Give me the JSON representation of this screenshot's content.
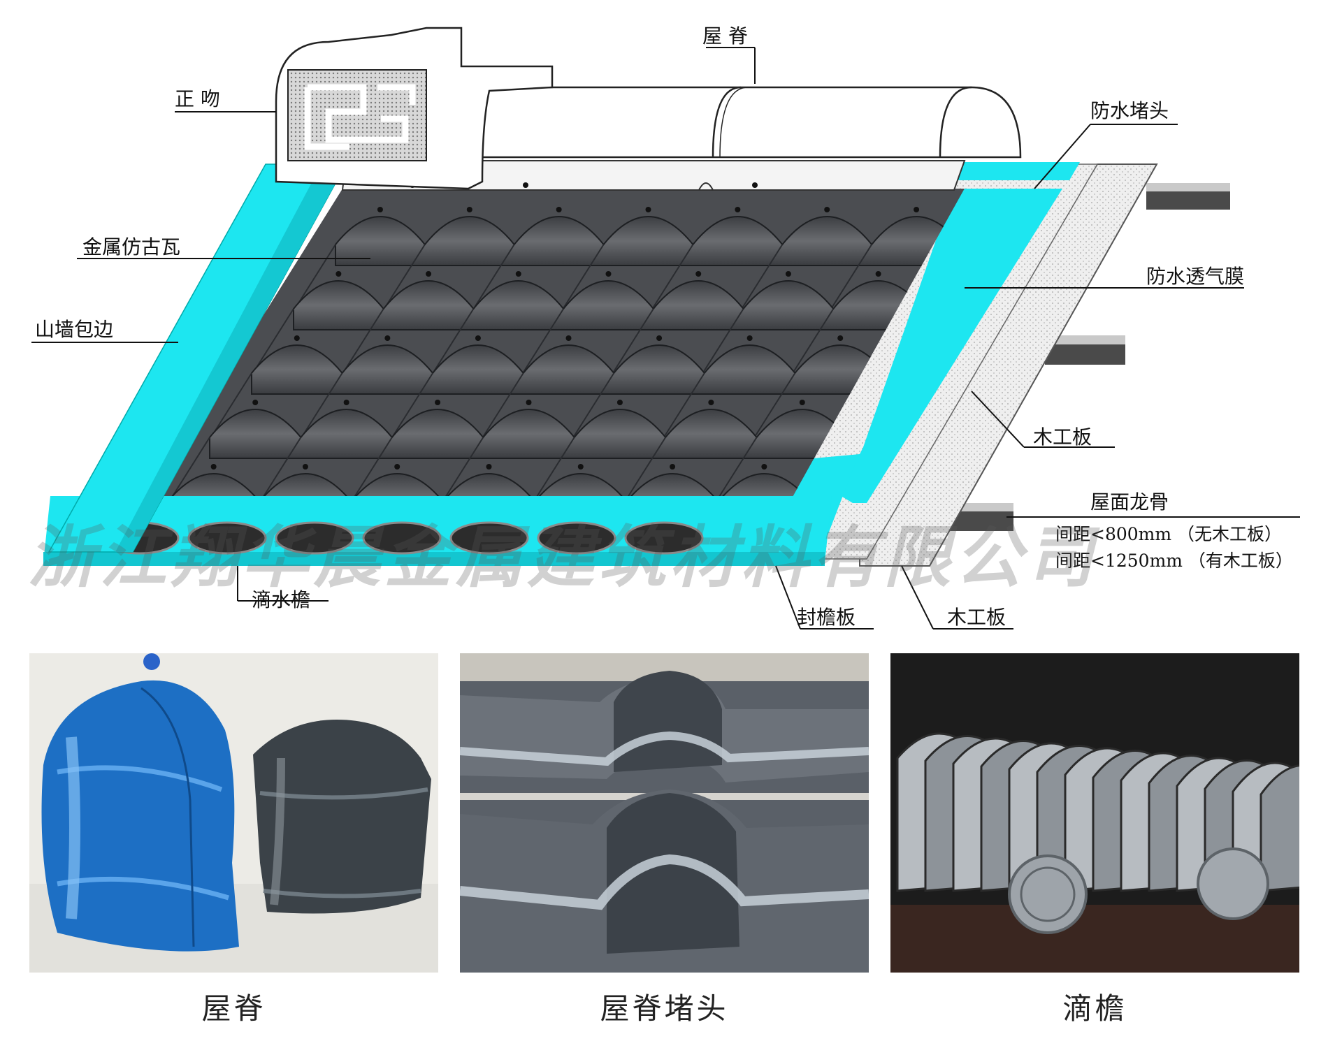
{
  "diagram": {
    "labels": {
      "ridge": "屋 脊",
      "ridge_ornament": "正 吻",
      "waterproof_plug": "防水堵头",
      "metal_tile": "金属仿古瓦",
      "breathable_membrane": "防水透气膜",
      "gable_trim": "山墙包边",
      "wood_board_right": "木工板",
      "purlin": "屋面龙骨",
      "spacing_1": "间距<800mm （无木工板）",
      "spacing_2": "间距<1250mm （有木工板）",
      "drip_eave": "滴水檐",
      "fascia_board": "封檐板",
      "wood_board_bottom": "木工板"
    },
    "watermark": "浙江翔华晨金属建筑材料有限公司"
  },
  "photos": [
    {
      "caption": "屋脊"
    },
    {
      "caption": "屋脊堵头"
    },
    {
      "caption": "滴檐"
    }
  ],
  "colors": {
    "cyan": "#1de6f0",
    "tile": "#5a5c60",
    "tile_dark": "#2e3034",
    "board": "#ececec",
    "blue_tile": "#1d6fc4"
  }
}
